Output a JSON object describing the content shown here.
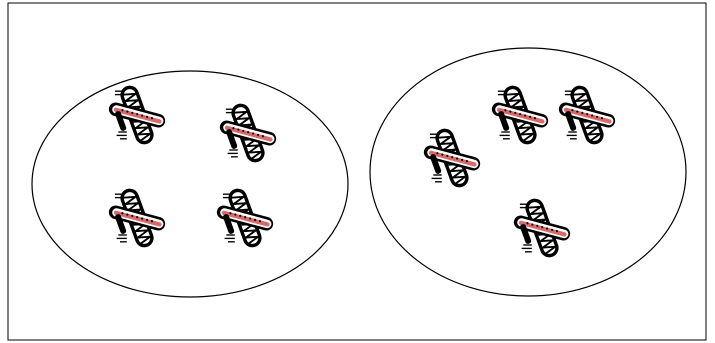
{
  "colors": {
    "background": "#ffffff",
    "frame": "#000000",
    "oval_stroke": "#000000",
    "plane_body": "#ffffff",
    "plane_outline": "#000000",
    "plane_stripe": "#d96a6a",
    "plane_windows": "#000000"
  },
  "groups": [
    {
      "name": "left-group",
      "plane_count": 4,
      "plane_icon": "airplane-icon"
    },
    {
      "name": "right-group",
      "plane_count": 4,
      "plane_icon": "airplane-icon"
    }
  ]
}
